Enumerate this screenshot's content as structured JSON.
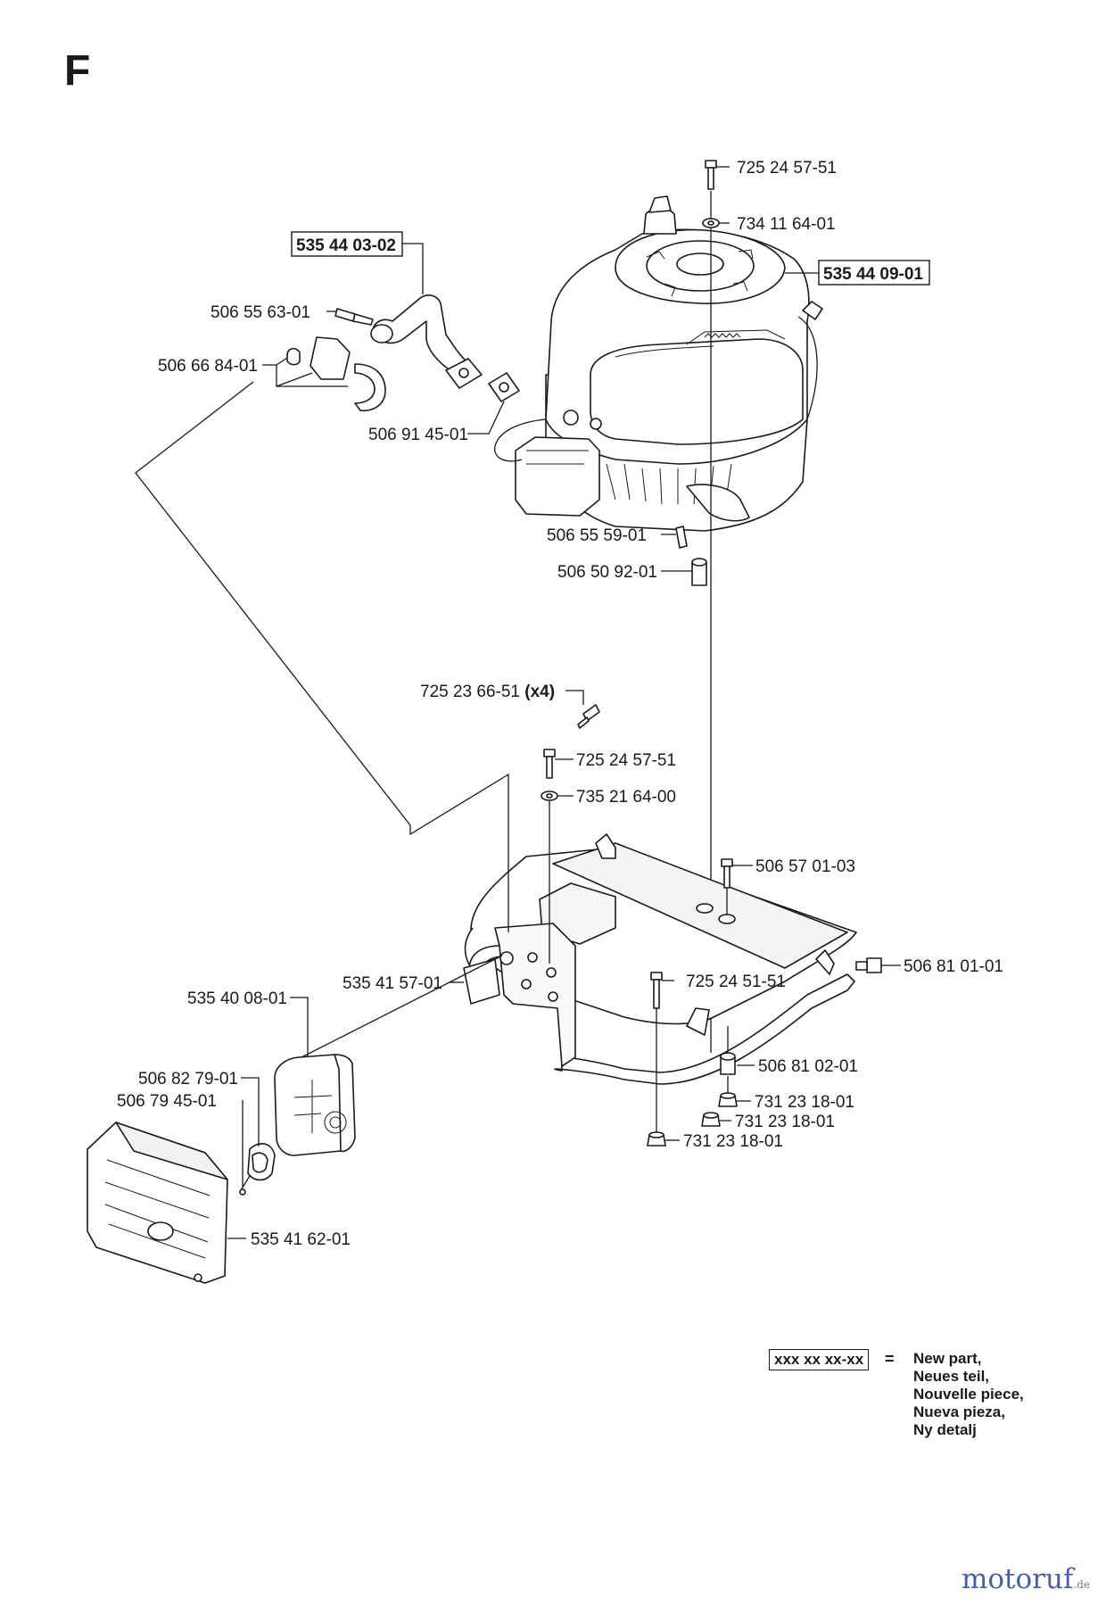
{
  "section": "F",
  "labels": {
    "bolt_top": "725 24 57-51",
    "washer_top": "734 11 64-01",
    "engine": "535 44 09-01",
    "exhaust_pipe": "535 44 03-02",
    "pipe_bolt": "506 55 63-01",
    "clamp_set": "506 66 84-01",
    "gasket": "506 91 45-01",
    "key": "506 55 59-01",
    "spacer": "506 50 92-01",
    "screw_x4": "725 23 66-51",
    "screw_x4_qty": "(x4)",
    "bolt_mid": "725 24 57-51",
    "washer_mid": "735 21 64-00",
    "bolt_frame": "506 57 01-03",
    "frame_pin": "506 81 01-01",
    "bracket": "535 41 57-01",
    "bolt_low": "725 24 51-51",
    "muffler": "535 40 08-01",
    "deflector": "506 82 79-01",
    "screw_small": "506 79 45-01",
    "bushing": "506 81 02-01",
    "nut_a": "731 23 18-01",
    "nut_b": "731 23 18-01",
    "nut_c": "731 23 18-01",
    "muffler_guard": "535 41 62-01"
  },
  "legend": {
    "code": "xxx xx xx-xx",
    "equals": "=",
    "lines": [
      "New part,",
      "Neues teil,",
      "Nouvelle piece,",
      "Nueva pieza,",
      "Ny detalj"
    ]
  },
  "watermark": {
    "name": "motoruf",
    "suffix": ".de"
  }
}
